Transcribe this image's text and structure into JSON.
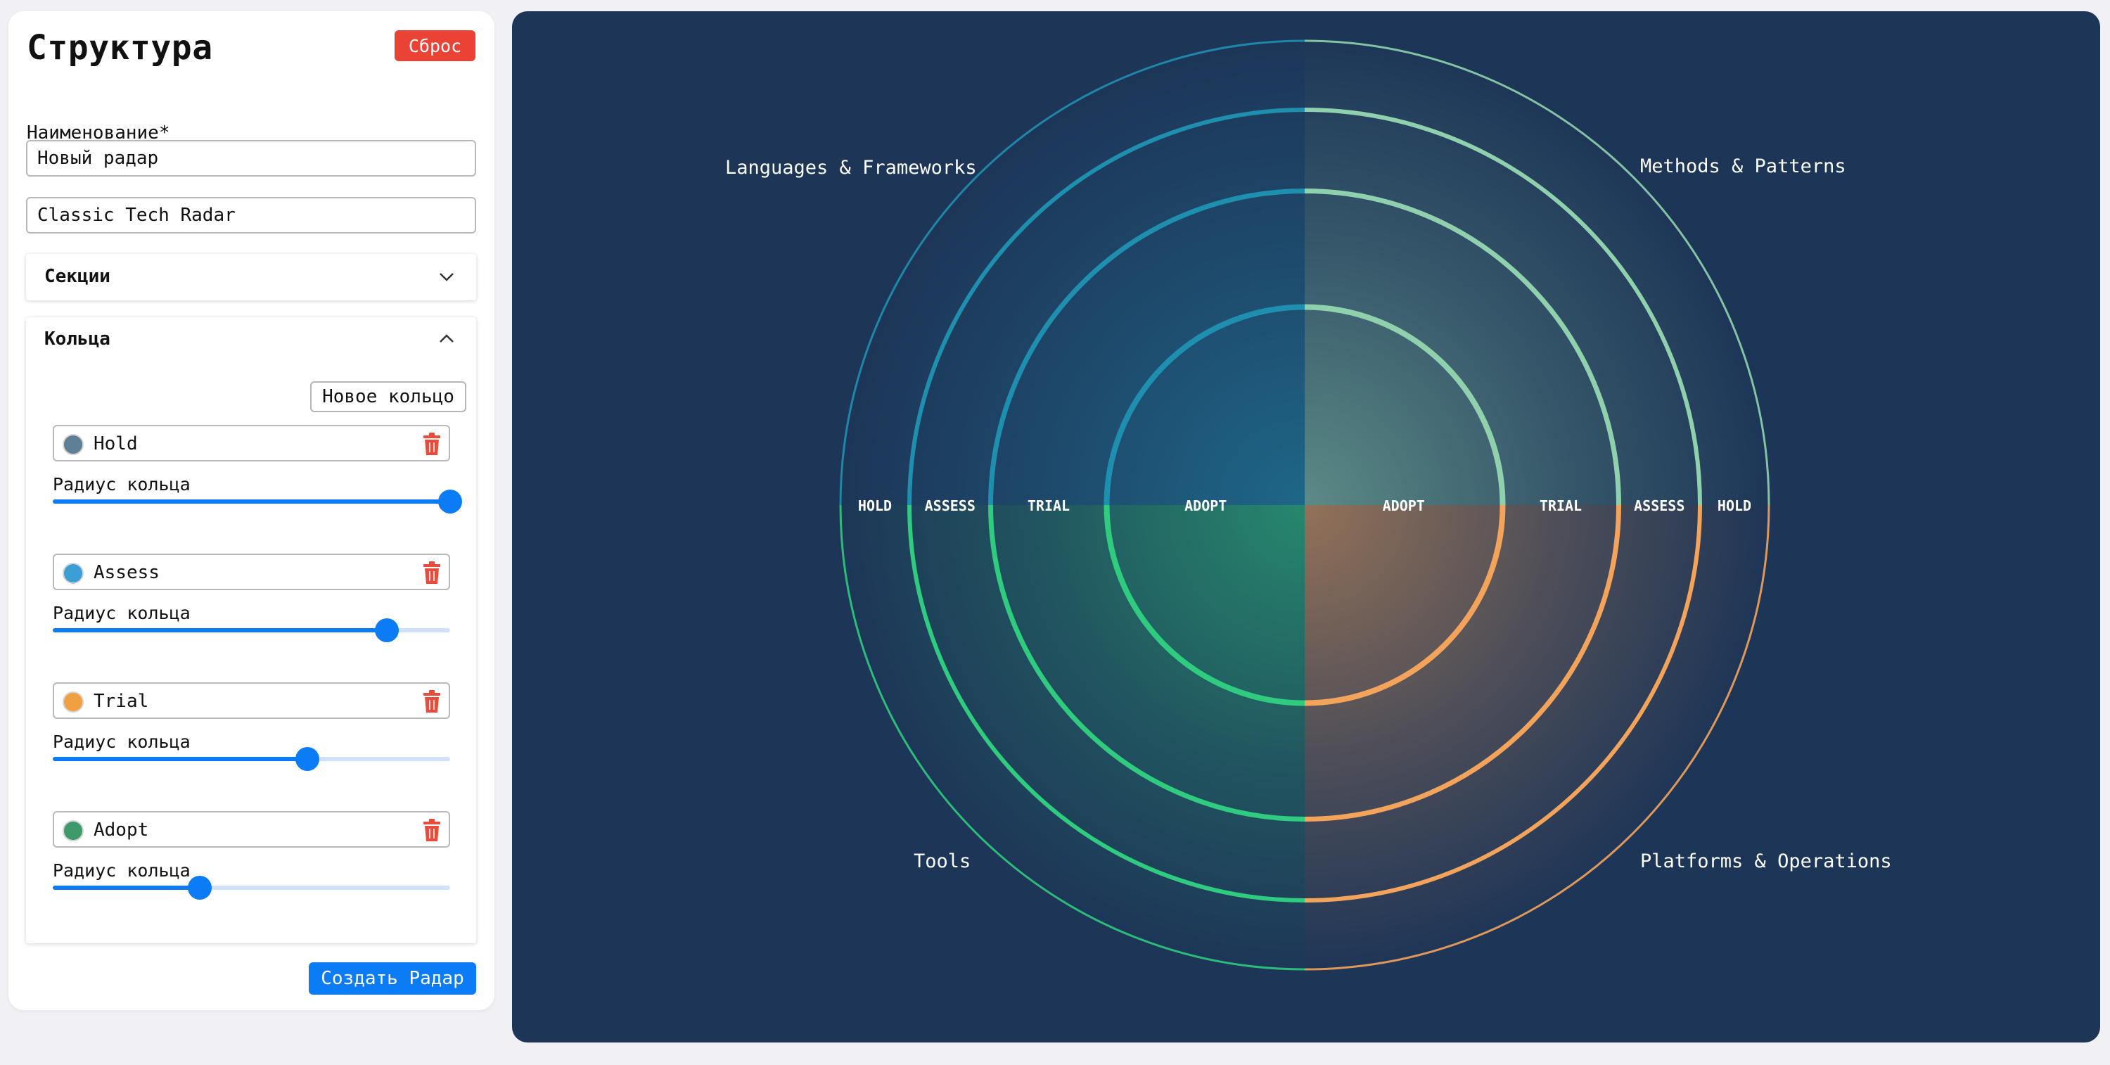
{
  "sidebar": {
    "title": "Структура",
    "reset_label": "Сброс",
    "name_label": "Наименование*",
    "name_value": "Новый радар",
    "subtitle_value": "Classic Tech Radar",
    "sections_header": "Секции",
    "rings_header": "Кольца",
    "new_ring_label": "Новое кольцо",
    "slider_label": "Радиус кольца",
    "create_label": "Создать Радар",
    "rings": [
      {
        "name": "Hold",
        "color": "#5e7f95",
        "radius": 1.0
      },
      {
        "name": "Assess",
        "color": "#3b9fd6",
        "radius": 0.84
      },
      {
        "name": "Trial",
        "color": "#f0a040",
        "radius": 0.64
      },
      {
        "name": "Adopt",
        "color": "#3e9a6b",
        "radius": 0.37
      }
    ]
  },
  "radar": {
    "quadrants": [
      {
        "name": "Languages & Frameworks",
        "color": "#1f8fb0"
      },
      {
        "name": "Methods & Patterns",
        "color": "#8fd1ad"
      },
      {
        "name": "Tools",
        "color": "#2fcb7e"
      },
      {
        "name": "Platforms & Operations",
        "color": "#f4a35a"
      }
    ],
    "ring_labels": [
      "ADOPT",
      "TRIAL",
      "ASSESS",
      "HOLD"
    ],
    "ring_radius_fractions": [
      0.4265,
      0.6765,
      0.8515,
      1.0
    ]
  }
}
